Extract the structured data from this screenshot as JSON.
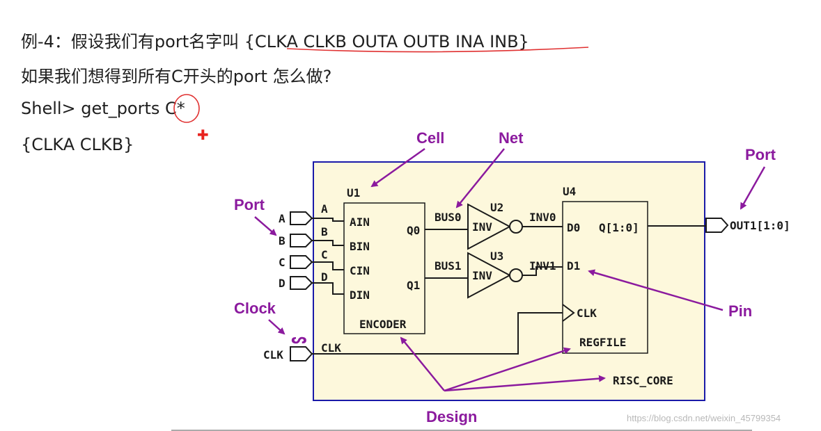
{
  "text": {
    "line1": "例-4：假设我们有port名字叫 {CLKA CLKB OUTA OUTB INA INB}",
    "line2": "如果我们想得到所有C开头的port 怎么做?",
    "line3": "Shell> get_ports C*",
    "line4": "{CLKA CLKB}"
  },
  "diagram": {
    "annotations": {
      "cell": "Cell",
      "net": "Net",
      "port_left": "Port",
      "port_right": "Port",
      "clock": "Clock",
      "pin": "Pin",
      "design": "Design"
    },
    "ports_in": [
      "A",
      "B",
      "C",
      "D"
    ],
    "port_clk": "CLK",
    "port_out": "OUT1[1:0]",
    "net_labels": {
      "a": "A",
      "b": "B",
      "c": "C",
      "d": "D",
      "clk": "CLK",
      "bus0": "BUS0",
      "bus1": "BUS1",
      "inv0": "INV0",
      "inv1": "INV1"
    },
    "u1": {
      "name": "U1",
      "pins": [
        "AIN",
        "BIN",
        "CIN",
        "DIN"
      ],
      "q0": "Q0",
      "q1": "Q1",
      "type": "ENCODER"
    },
    "u2": {
      "name": "U2",
      "type": "INV"
    },
    "u3": {
      "name": "U3",
      "type": "INV"
    },
    "u4": {
      "name": "U4",
      "d0": "D0",
      "d1": "D1",
      "q": "Q[1:0]",
      "clk": "CLK",
      "type": "REGFILE"
    },
    "design_name": "RISC_CORE",
    "clock_symbol": "ᔕ"
  },
  "watermark": "https://blog.csdn.net/weixin_45799354",
  "colors": {
    "annotation": "#8b1a9e",
    "box_border": "#1a1aa8",
    "box_fill": "#fdf8dc"
  }
}
